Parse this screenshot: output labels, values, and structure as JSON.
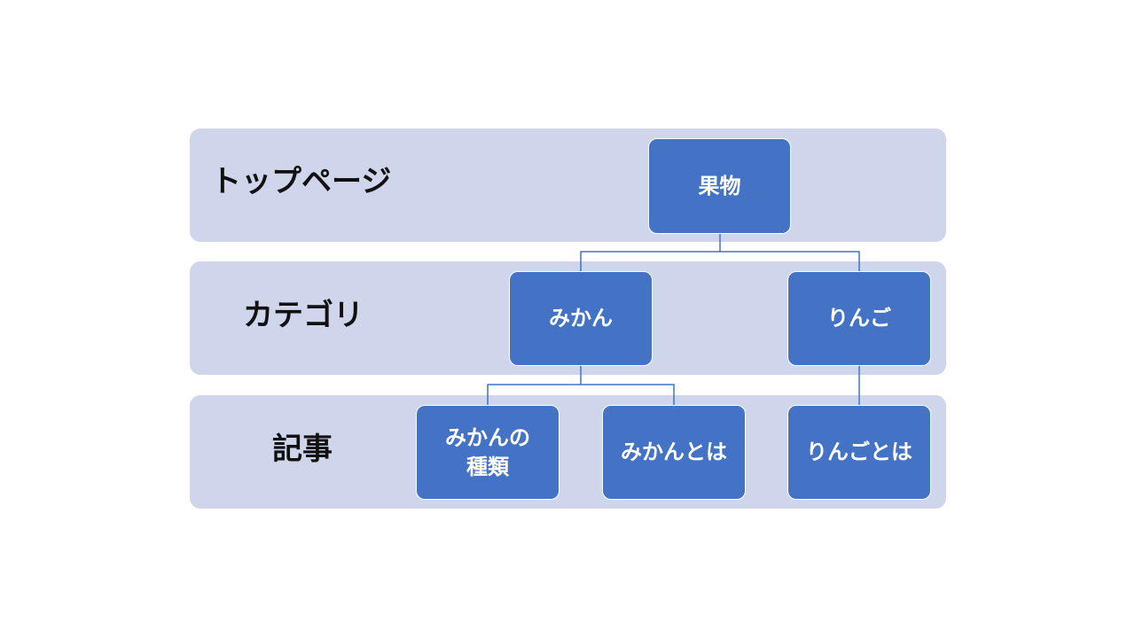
{
  "levels": {
    "top": "トップページ",
    "category": "カテゴリ",
    "article": "記事"
  },
  "nodes": {
    "root": "果物",
    "mikan": "みかん",
    "ringo": "りんご",
    "mikan_types": "みかんの\n種類",
    "mikan_about": "みかんとは",
    "ringo_about": "りんごとは"
  },
  "colors": {
    "band": "#cfd5ea",
    "node": "#4472c4",
    "connector": "#4472c4",
    "label_text": "#111111",
    "node_text": "#ffffff"
  }
}
